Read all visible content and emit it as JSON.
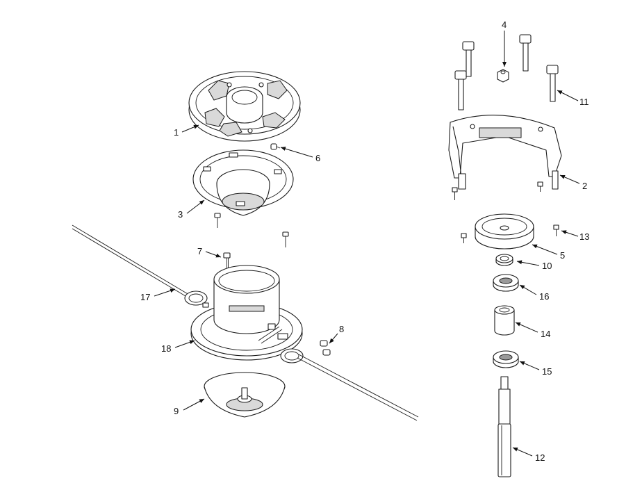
{
  "diagram": {
    "callouts": [
      {
        "id": "c1",
        "label": "1"
      },
      {
        "id": "c2",
        "label": "2"
      },
      {
        "id": "c3",
        "label": "3"
      },
      {
        "id": "c4",
        "label": "4"
      },
      {
        "id": "c5",
        "label": "5"
      },
      {
        "id": "c6",
        "label": "6"
      },
      {
        "id": "c7",
        "label": "7"
      },
      {
        "id": "c8",
        "label": "8"
      },
      {
        "id": "c9",
        "label": "9"
      },
      {
        "id": "c10",
        "label": "10"
      },
      {
        "id": "c11",
        "label": "11"
      },
      {
        "id": "c12",
        "label": "12"
      },
      {
        "id": "c13",
        "label": "13"
      },
      {
        "id": "c14",
        "label": "14"
      },
      {
        "id": "c15",
        "label": "15"
      },
      {
        "id": "c16",
        "label": "16"
      },
      {
        "id": "c17",
        "label": "17"
      },
      {
        "id": "c18",
        "label": "18"
      }
    ],
    "colors": {
      "line": "#1a1a1a",
      "shade": "#d9d9d9",
      "background": "#ffffff"
    }
  }
}
